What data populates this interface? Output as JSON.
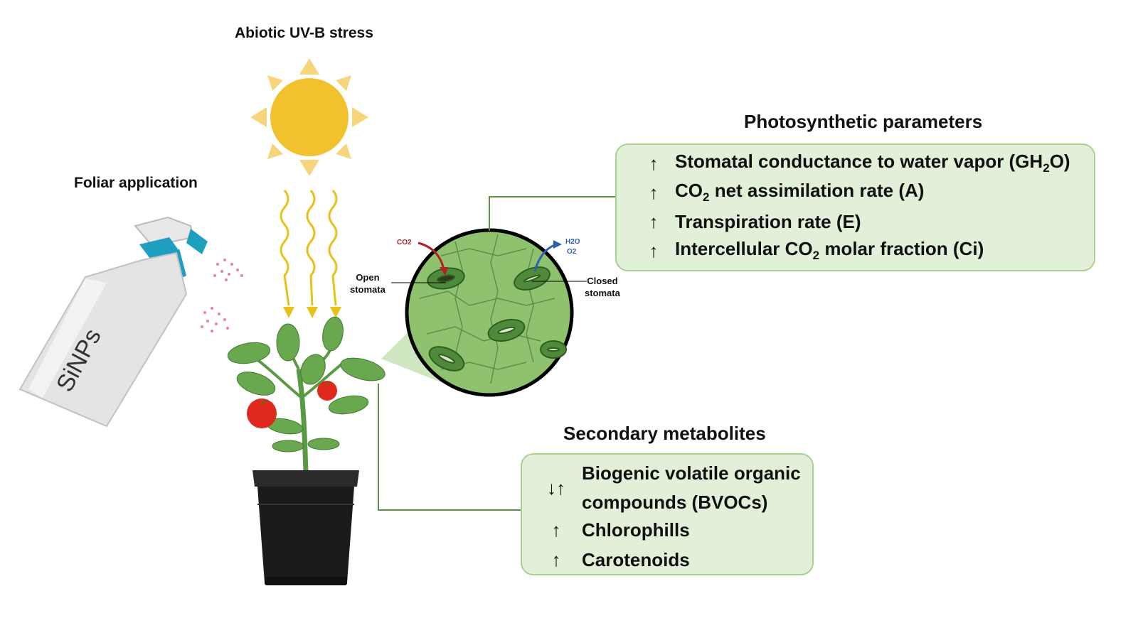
{
  "titles": {
    "uv_stress": "Abiotic UV-B stress",
    "foliar": "Foliar application",
    "photosynthetic": "Photosynthetic parameters",
    "secondary": "Secondary metabolites"
  },
  "bottle_label": "SiNPs",
  "stomata": {
    "open_line1": "Open",
    "open_line2": "stomata",
    "closed_line1": "Closed",
    "closed_line2": "stomata",
    "co2": "CO2",
    "h2o": "H2O",
    "o2": "O2"
  },
  "photosynthetic_items": [
    {
      "arrow": "↑",
      "text_a": "Stomatal conductance to water vapor (GH",
      "sub": "2",
      "text_b": "O)"
    },
    {
      "arrow": "↑",
      "text_a": "CO",
      "sub": "2",
      "text_b": " net assimilation rate (A)"
    },
    {
      "arrow": "↑",
      "text_a": "Transpiration rate (E)",
      "sub": "",
      "text_b": ""
    },
    {
      "arrow": "↑",
      "text_a": "Intercellular CO",
      "sub": "2",
      "text_b": " molar fraction (Ci)"
    }
  ],
  "secondary_items": [
    {
      "arrow": "↓↑",
      "line1": "Biogenic volatile organic",
      "line2": "compounds (BVOCs)"
    },
    {
      "arrow": "↑",
      "line1": "Chlorophills"
    },
    {
      "arrow": "↑",
      "line1": "Carotenoids"
    }
  ],
  "colors": {
    "box_fill": "#e2f0d9",
    "box_border": "#a9d18e",
    "sun": "#f2c12e",
    "leaf": "#6aa84f",
    "tomato": "#e0281c",
    "pot": "#1b1b1b"
  }
}
